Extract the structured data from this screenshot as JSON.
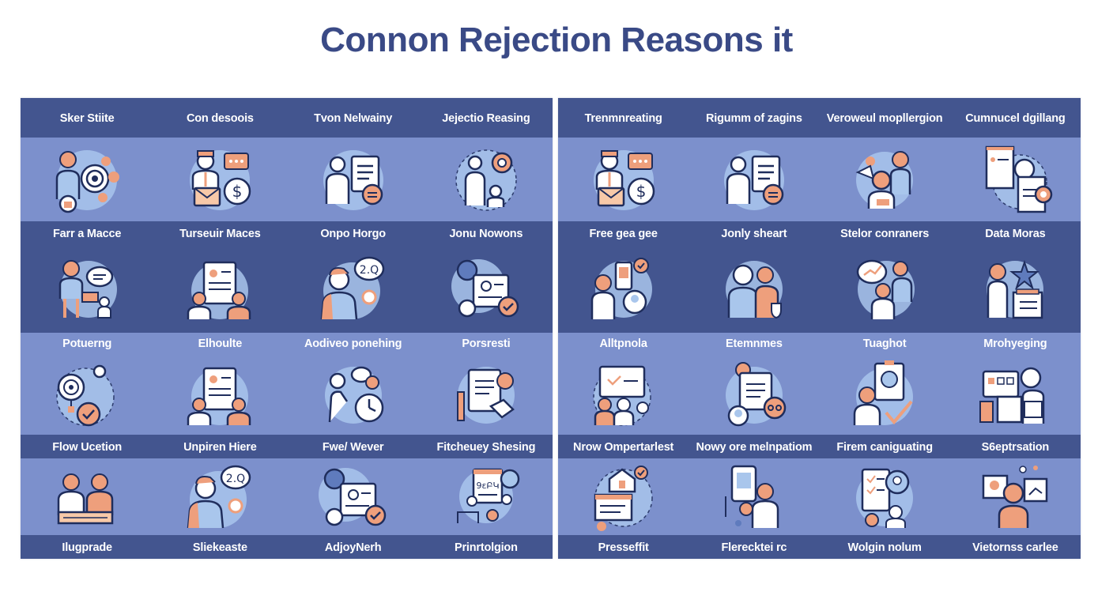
{
  "title": "Connon Rejection Reasons it",
  "colors": {
    "title": "#3a4a86",
    "band_dark": "#43558f",
    "band_light": "#7c90cc",
    "icon_blob": "#a9c6ec",
    "icon_accent": "#ee9f7c",
    "icon_line": "#1f2d5c",
    "icon_fill": "#ffffff"
  },
  "left_panel": {
    "rows": [
      {
        "labels": [
          "Sker Stiite",
          "Con desoois",
          "Tvon Nelwainy",
          "Jejectio Reasing"
        ],
        "icons": [
          "person-target-network-icon",
          "businessman-briefcase-dollar-icon",
          "person-document-presentation-icon",
          "person-gear-settings-icon"
        ]
      },
      {
        "labels": [
          "Farr a Macce",
          "Turseuir Maces",
          "Onpo Horgo",
          "Jonu Nowons"
        ],
        "icons": [
          "person-chat-bubble-icon",
          "person-document-gear-icon",
          "person-speech-op-icon",
          "document-profile-checklist-icon"
        ]
      },
      {
        "labels": [
          "Potuerng",
          "Elhoulte",
          "Aodiveo ponehing",
          "Porsresti"
        ],
        "icons": [
          "target-checkmark-icon",
          "resume-candidates-icon",
          "person-clock-chat-icon",
          "document-person-handshake-icon"
        ]
      },
      {
        "labels": [
          "Flow Ucetion",
          "Unpiren Hiere",
          "Fwe/ Wever",
          "Fitcheuey Shesing"
        ],
        "icons": [
          "two-people-desk-icon",
          "person-speech-2q-icon",
          "profile-card-check-icon",
          "board-people-meeting-icon"
        ]
      },
      {
        "labels": [
          "Ilugprade",
          "Sliekeaste",
          "AdjoyNerh",
          "Prinrtolgion"
        ]
      }
    ]
  },
  "right_panel": {
    "rows": [
      {
        "labels": [
          "Trenmnreating",
          "Rigumm of zagins",
          "Veroweul mopllergion",
          "Cumnucel dgillang"
        ],
        "icons": [
          "dollar-gear-person-icon",
          "person-checklist-chat-icon",
          "people-dislike-icon",
          "documents-person-tape-icon"
        ]
      },
      {
        "labels": [
          "Free gea gee",
          "Jonly sheart",
          "Stelor conraners",
          "Data Moras"
        ],
        "icons": [
          "person-phone-check-icon",
          "people-shield-icon",
          "people-chat-chart-icon",
          "person-star-files-icon"
        ]
      },
      {
        "labels": [
          "Alltpnola",
          "Etemnmes",
          "Tuaghot",
          "Mrohyeging"
        ],
        "icons": [
          "screen-team-icon",
          "document-person-chat-icon",
          "badge-person-check-icon",
          "dashboard-person-icon"
        ]
      },
      {
        "labels": [
          "Nrow Ompertarlest",
          "Nowy ore melnpatiom",
          "Firem caniguating",
          "S6eptrsation"
        ],
        "icons": [
          "house-document-check-icon",
          "phone-person-gear-icon",
          "checklist-person-search-icon",
          "person-board-idea-icon"
        ]
      },
      {
        "labels": [
          "Presseffit",
          "Flerecktei rc",
          "Wolgin nolum",
          "Vietornss carlee"
        ]
      }
    ]
  }
}
